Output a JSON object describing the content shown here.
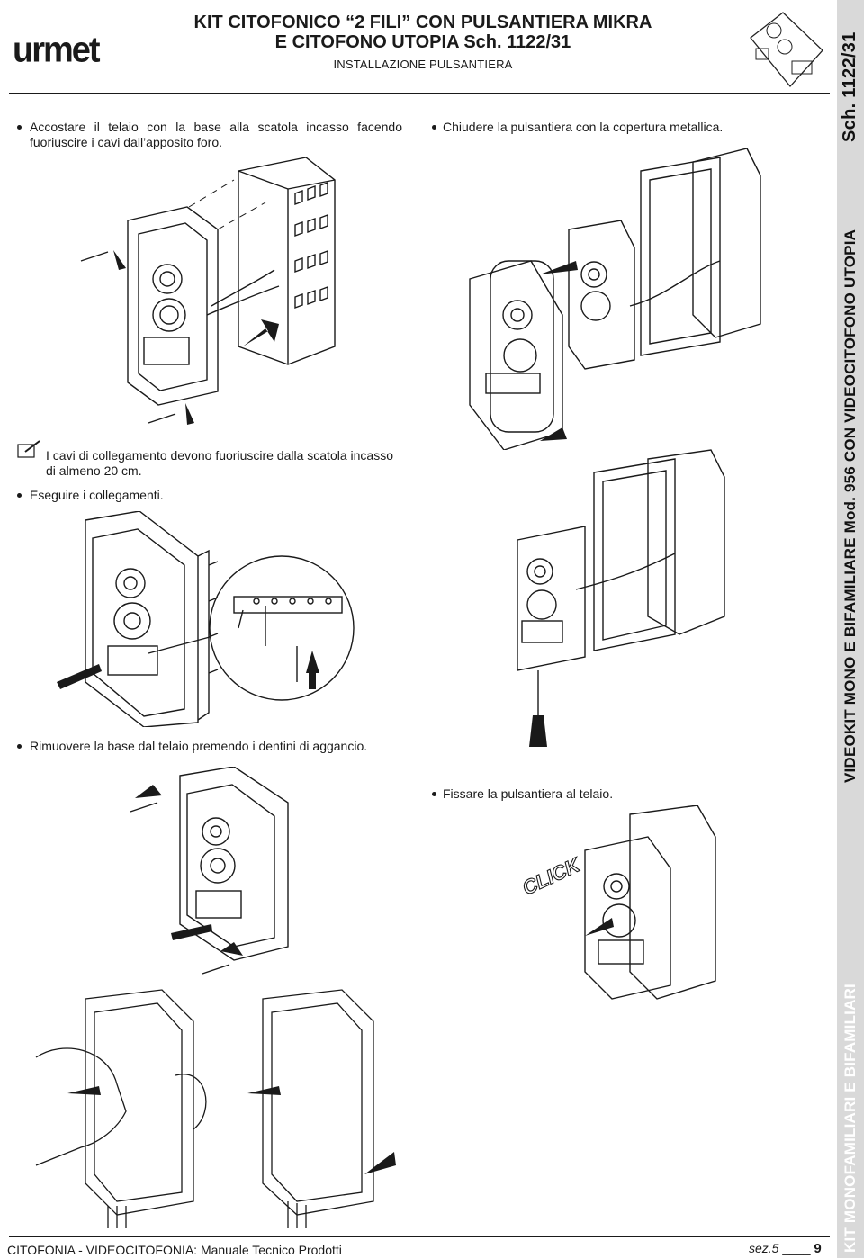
{
  "header": {
    "brand": "urmet",
    "title_line1": "KIT CITOFONICO “2 FILI” CON PULSANTIERA MIKRA",
    "title_line2": "E CITOFONO UTOPIA Sch. 1122/31",
    "subtitle": "INSTALLAZIONE PULSANTIERA"
  },
  "sidebar": {
    "sch": "Sch. 1122/31",
    "videokit": "VIDEOKIT MONO E BIFAMILIARE Mod. 956 CON VIDEOCITOFONO UTOPIA",
    "kit": "KIT MONOFAMILIARI E BIFAMILIARI"
  },
  "steps": {
    "step1": "Accostare il telaio con la base alla scatola incasso facendo fuoriuscire i cavi dall’apposito foro.",
    "note": "I cavi di collegamento devono fuoriuscire dalla scatola incasso di almeno 20 cm.",
    "step2": "Eseguire i collegamenti.",
    "step3": "Rimuovere la base dal telaio premendo i dentini di aggancio.",
    "step4": "Chiudere la pulsantiera con la copertura metallica.",
    "step5": "Fissare la pulsantiera al telaio."
  },
  "figure_labels": {
    "click": "CLICK"
  },
  "footer": {
    "left": "CITOFONIA - VIDEOCITOFONIA: Manuale Tecnico Prodotti",
    "section": "sez.5",
    "page": "9"
  }
}
